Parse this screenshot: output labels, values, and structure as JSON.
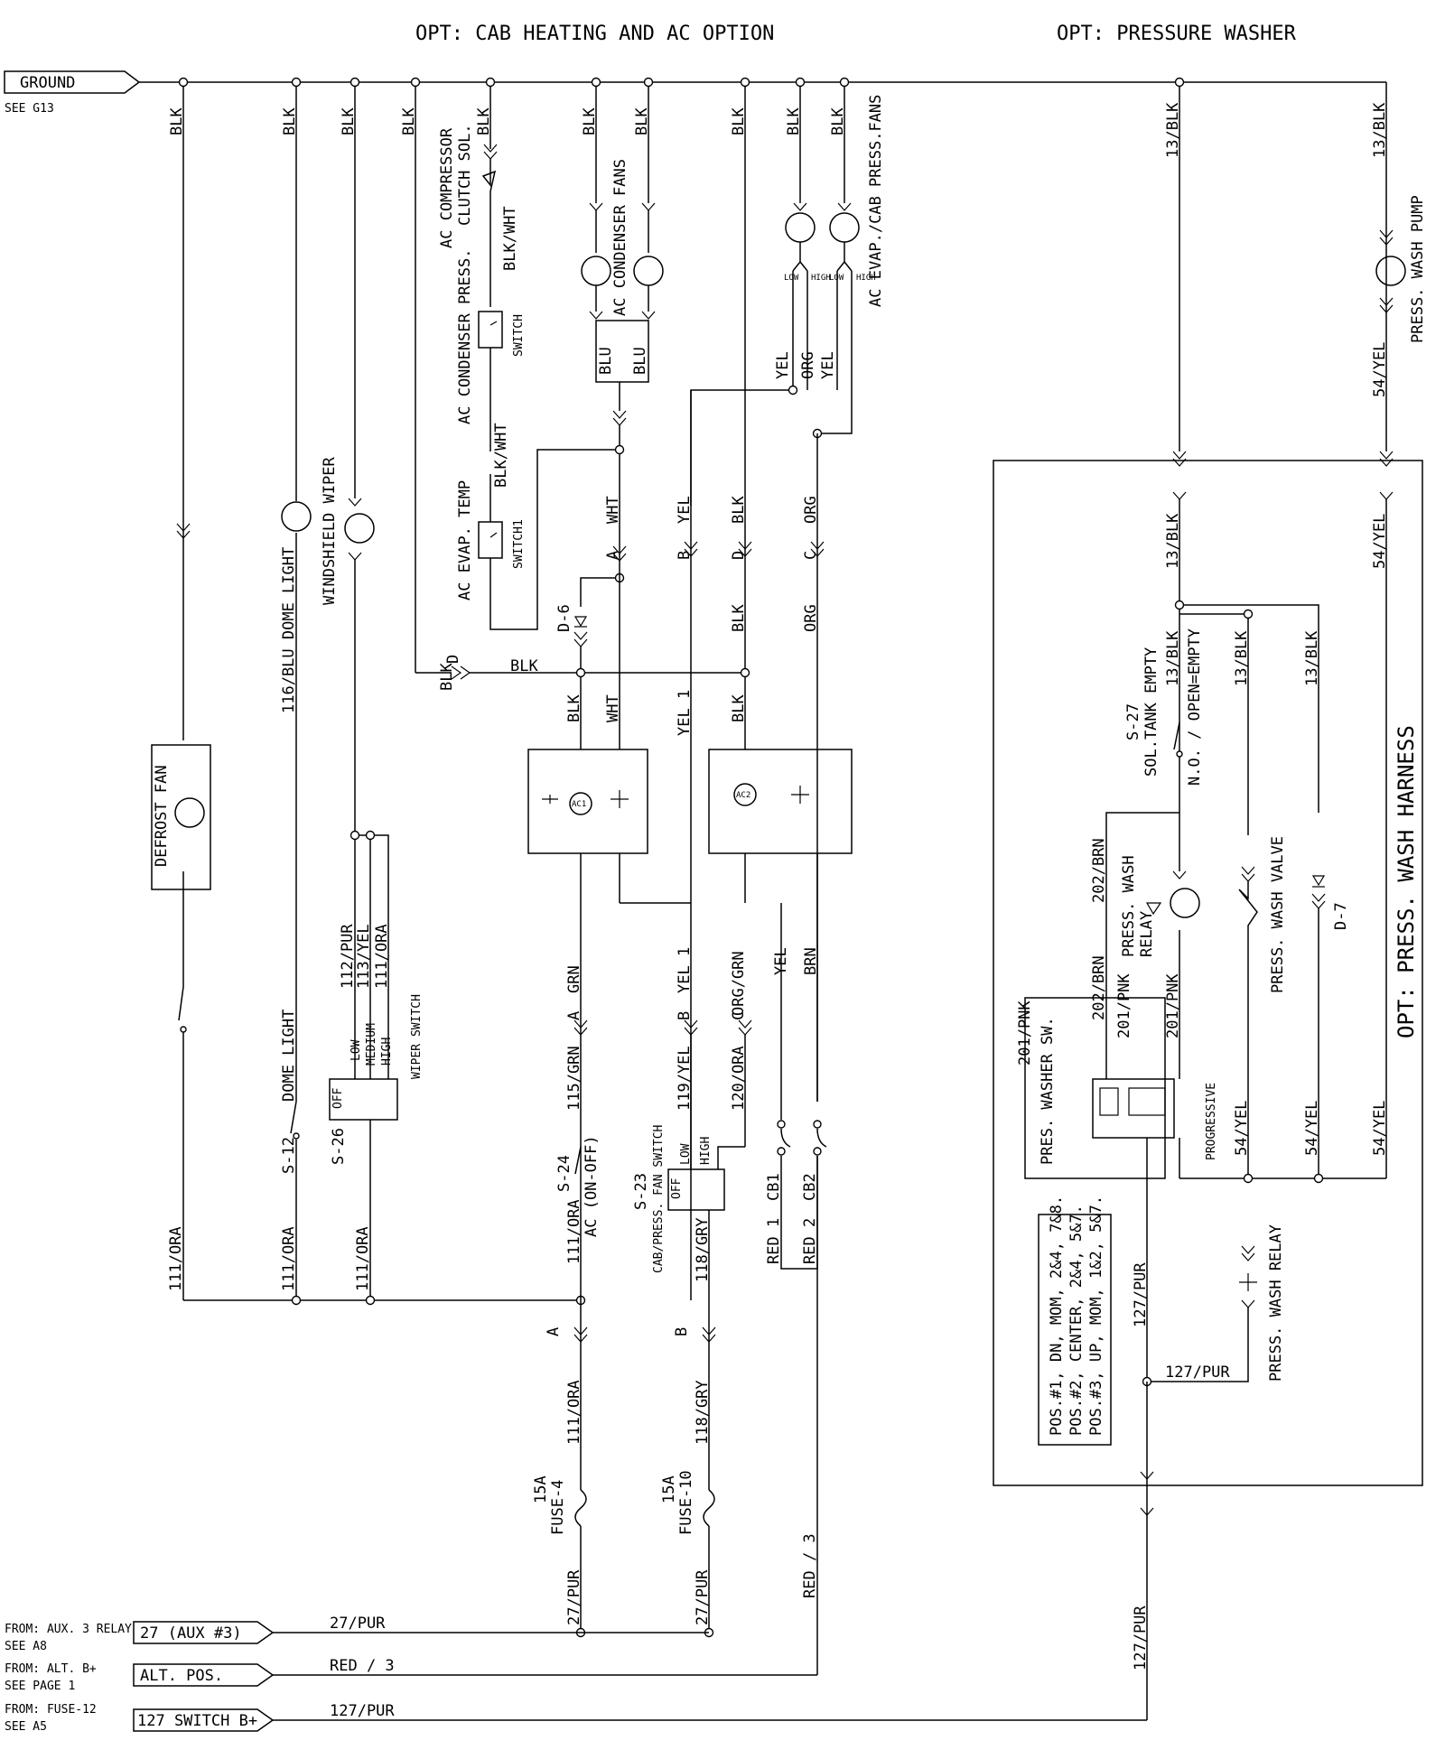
{
  "headers": {
    "cab": "OPT: CAB HEATING AND AC OPTION",
    "washer": "OPT: PRESSURE WASHER"
  },
  "ground": {
    "label": "GROUND",
    "ref": "SEE G13"
  },
  "wire_labels": {
    "blk": "BLK",
    "blk_wht": "BLK/WHT",
    "blu": "BLU",
    "yel": "YEL",
    "org": "ORG",
    "wht": "WHT",
    "yel1": "YEL 1",
    "grn": "GRN",
    "org_grn": "ORG/GRN",
    "brn": "BRN",
    "w13_blk": "13/BLK",
    "w54_yel": "54/YEL",
    "w116": "116/BLU DOME LIGHT",
    "w111": "111/ORA",
    "w112": "112/PUR",
    "w113": "113/YEL",
    "w115": "115/GRN",
    "w119": "119/YEL",
    "w120": "120/ORA",
    "w118": "118/GRY",
    "w27": "27/PUR",
    "red1": "RED 1",
    "red2": "RED 2",
    "red3": "RED / 3",
    "w202": "202/BRN",
    "w201": "201/PNK",
    "w127": "127/PUR"
  },
  "components": {
    "compressor": "AC COMPRESSOR",
    "clutch": "CLUTCH SOL.",
    "cond_press": "AC CONDENSER PRESS.",
    "switch": "SWITCH",
    "evap_temp": "AC EVAP. TEMP",
    "switch1": "SWITCH1",
    "cond_fans": "AC CONDENSER FANS",
    "evap_fans": "AC EVAP./CAB PRESS.FANS",
    "defrost": "DEFROST FAN",
    "wiper": "WINDSHIELD WIPER",
    "dome": "DOME LIGHT",
    "s12": "S-12",
    "s26": "S-26",
    "wiper_sw": "WIPER SWITCH",
    "low": "LOW",
    "medium": "MEDIUM",
    "high": "HIGH",
    "off": "OFF",
    "s24": "S-24",
    "ac_onoff": "AC (ON-OFF)",
    "s23": "S-23",
    "cab_fan_sw": "CAB/PRESS. FAN SWITCH",
    "cb1": "CB1",
    "cb2": "CB2",
    "d6": "D-6",
    "ac1": "AC1",
    "ac2": "AC2",
    "fuse4": "FUSE-4",
    "fuse10": "FUSE-10",
    "amp15": "15A",
    "wash_pump": "PRESS. WASH PUMP",
    "harness": "OPT: PRESS. WASH HARNESS",
    "s27": "S-27",
    "sol_tank": "SOL.TANK EMPTY",
    "no_open": "N.O. / OPEN=EMPTY",
    "press_wash": "PRESS. WASH",
    "relay": "RELAY",
    "wash_valve": "PRESS. WASH VALVE",
    "d7": "D-7",
    "washer_sw": "PRES. WASHER SW.",
    "progressive": "PROGRESSIVE",
    "wash_relay": "PRESS. WASH RELAY"
  },
  "pos_table": [
    "POS.#1, DN, MOM, 2&4, 7&8.",
    "POS.#2, CENTER, 2&4, 5&7.",
    "POS.#3, UP, MOM, 1&2, 5&7."
  ],
  "conn": {
    "a": "A",
    "b": "B",
    "c": "C",
    "d": "D"
  },
  "sources": [
    {
      "from": "FROM: AUX. 3 RELAY",
      "see": "SEE A8",
      "box": "27 (AUX #3)",
      "wire": "27/PUR"
    },
    {
      "from": "FROM: ALT. B+",
      "see": "SEE PAGE 1",
      "box": "ALT. POS.",
      "wire": "RED / 3"
    },
    {
      "from": "FROM: FUSE-12",
      "see": "SEE A5",
      "box": "127 SWITCH B+",
      "wire": "127/PUR"
    }
  ]
}
